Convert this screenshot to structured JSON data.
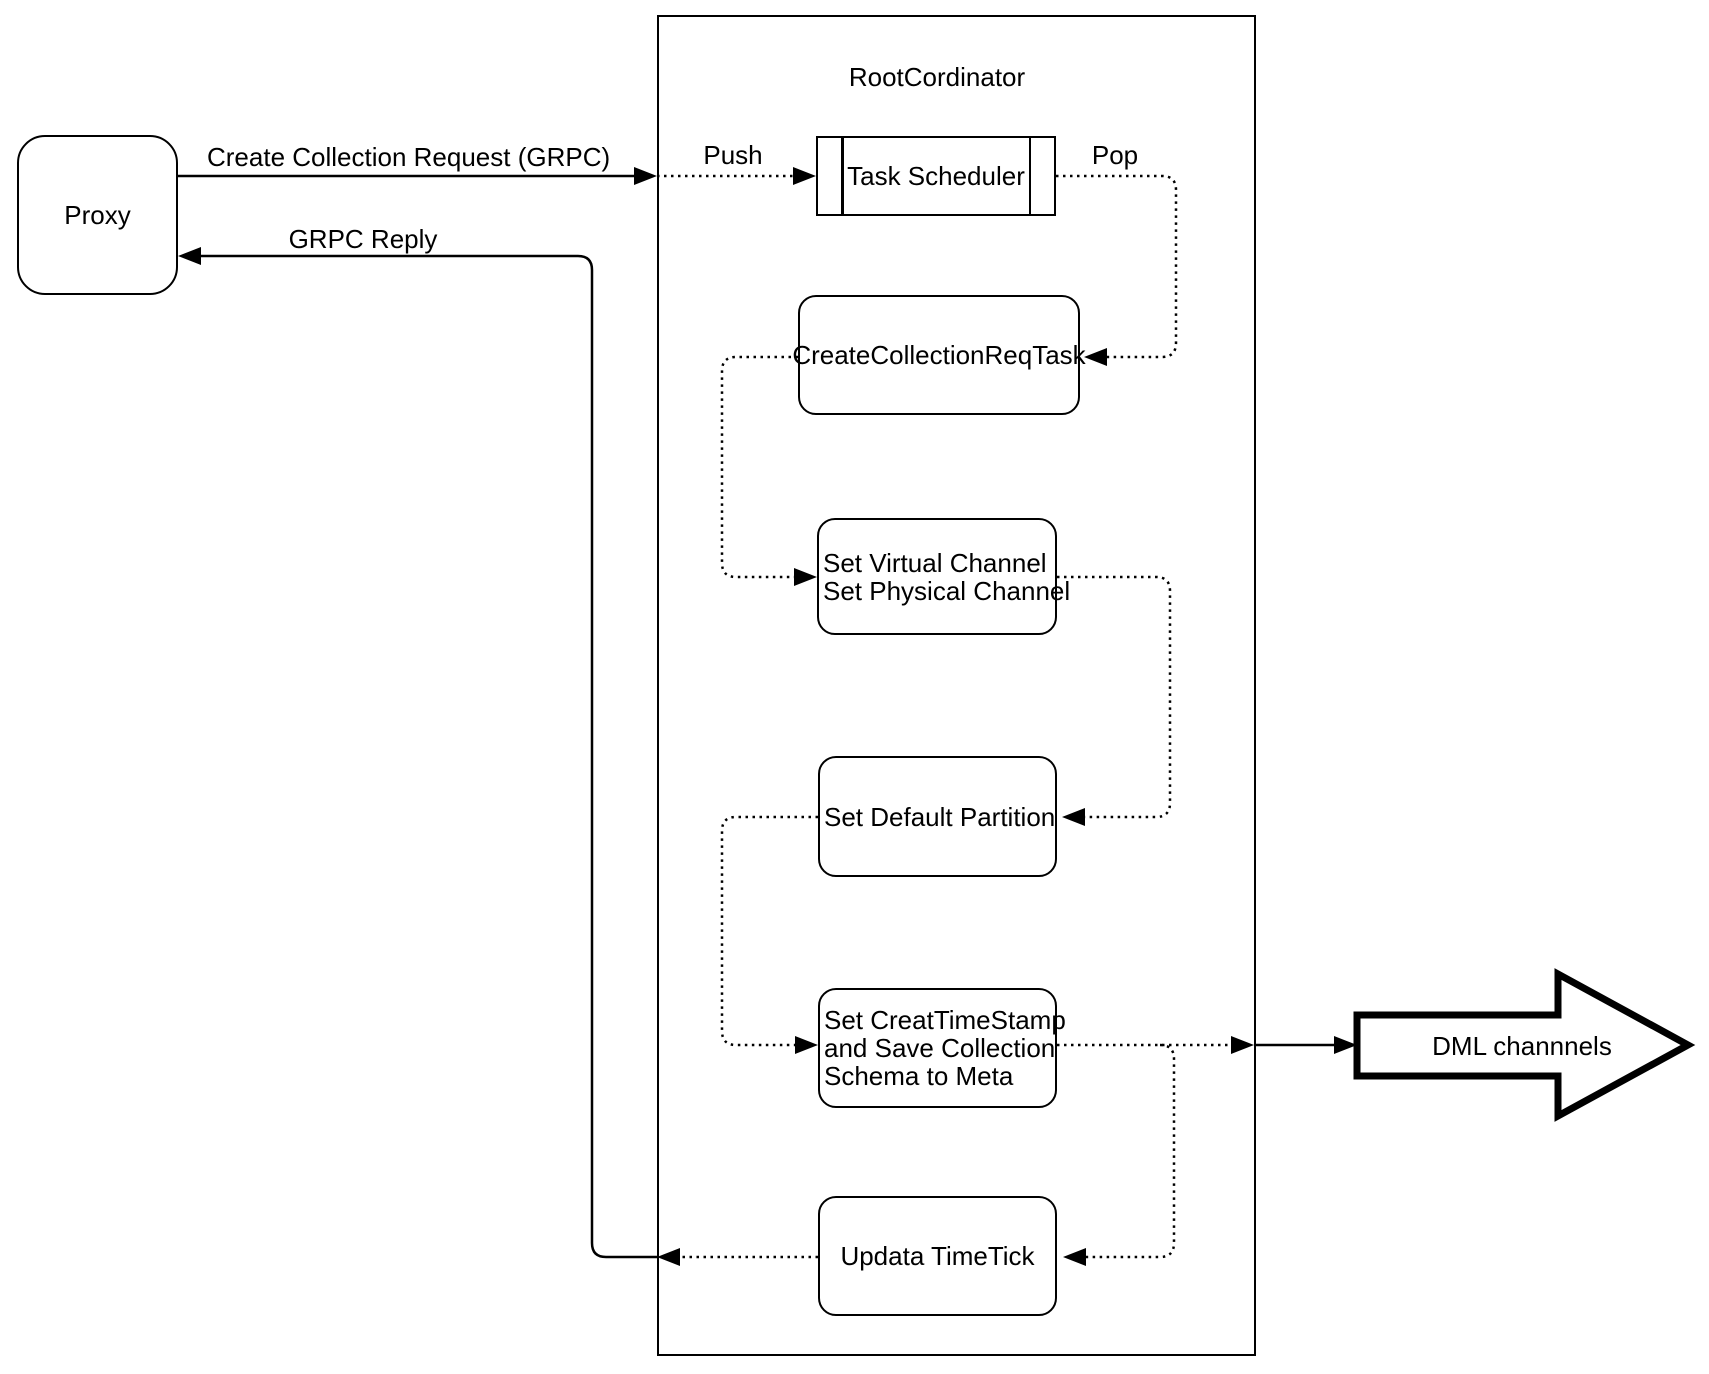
{
  "diagram": {
    "title": "RootCordinator",
    "nodes": {
      "proxy": {
        "label": "Proxy"
      },
      "task_scheduler": {
        "label": "Task Scheduler"
      },
      "create_collection_req_task": {
        "label": "CreateCollectionReqTask"
      },
      "set_channels": {
        "lines": [
          "Set Virtual Channel",
          "Set Physical Channel"
        ]
      },
      "set_default_partition": {
        "label": "Set Default Partition"
      },
      "set_timestamp": {
        "lines": [
          "Set CreatTimeStamp",
          "and Save Collection",
          "Schema to Meta"
        ]
      },
      "update_timetick": {
        "label": "Updata TimeTick"
      },
      "dml_channels": {
        "label": "DML channnels"
      }
    },
    "edge_labels": {
      "request": "Create Collection Request (GRPC)",
      "reply": "GRPC Reply",
      "push": "Push",
      "pop": "Pop"
    },
    "colors": {
      "stroke": "#000000",
      "fill": "#ffffff",
      "background": "#ffffff"
    }
  }
}
